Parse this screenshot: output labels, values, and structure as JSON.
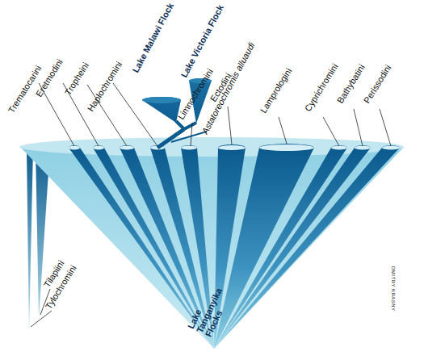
{
  "diagram": {
    "labels": [
      "Lake Malawi Flock",
      "Lake Victoria Flock",
      "Astatoreochromis alluaudi",
      "Trematocarini",
      "Eretmodini",
      "Tropheini",
      "Haplochromini",
      "Limnochromini",
      "Ectodini",
      "Lamprologini",
      "Cyprichromini",
      "Bathybatini",
      "Perissodini",
      "Tilapiini",
      "Tylochromini",
      "Lake Tanganyika Flocks",
      "DMITRY KRASNY"
    ]
  }
}
